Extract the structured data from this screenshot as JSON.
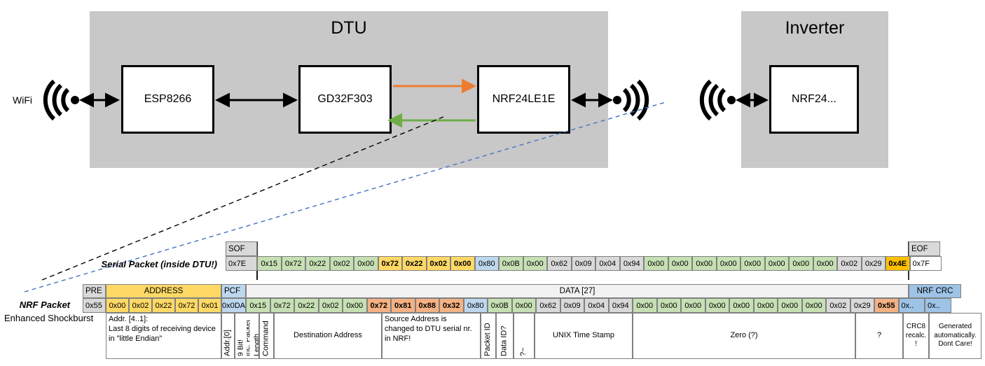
{
  "diagram": {
    "dtu": {
      "title": "DTU",
      "chips": [
        {
          "label": "ESP8266"
        },
        {
          "label": "GD32F303"
        },
        {
          "label": "NRF24LE1E"
        }
      ],
      "wifi_label": "WiFi",
      "antenna_left_icon": "wifi-antenna-icon",
      "antenna_right_icon": "rf-antenna-icon",
      "arrow_orange_color": "#ED7D31",
      "arrow_green_color": "#70AD47"
    },
    "inverter": {
      "title": "Inverter",
      "chips": [
        {
          "label": "NRF24..."
        }
      ],
      "antenna_left_icon": "rf-antenna-icon"
    }
  },
  "labels": {
    "serial_packet": "Serial Packet (inside DTU!)",
    "nrf_packet": "NRF Packet",
    "enhanced_shockburst": "Enhanced Shockburst"
  },
  "serial_packet": {
    "header": {
      "sof": "SOF",
      "eof": "EOF"
    },
    "sof_value": "0x7E",
    "eof_value": "0x7F",
    "bytes": [
      {
        "v": "0x15",
        "fill": "green",
        "bold": false
      },
      {
        "v": "0x72",
        "fill": "green",
        "bold": false
      },
      {
        "v": "0x22",
        "fill": "green",
        "bold": false
      },
      {
        "v": "0x02",
        "fill": "green",
        "bold": false
      },
      {
        "v": "0x00",
        "fill": "green",
        "bold": false
      },
      {
        "v": "0x72",
        "fill": "amber",
        "bold": true
      },
      {
        "v": "0x22",
        "fill": "amber",
        "bold": true
      },
      {
        "v": "0x02",
        "fill": "amber",
        "bold": true
      },
      {
        "v": "0x00",
        "fill": "amber",
        "bold": true
      },
      {
        "v": "0x80",
        "fill": "blue",
        "bold": false
      },
      {
        "v": "0x0B",
        "fill": "green",
        "bold": false
      },
      {
        "v": "0x00",
        "fill": "green",
        "bold": false
      },
      {
        "v": "0x62",
        "fill": "gray",
        "bold": false
      },
      {
        "v": "0x09",
        "fill": "gray",
        "bold": false
      },
      {
        "v": "0x04",
        "fill": "gray",
        "bold": false
      },
      {
        "v": "0x94",
        "fill": "gray",
        "bold": false
      },
      {
        "v": "0x00",
        "fill": "green",
        "bold": false
      },
      {
        "v": "0x00",
        "fill": "green",
        "bold": false
      },
      {
        "v": "0x00",
        "fill": "green",
        "bold": false
      },
      {
        "v": "0x00",
        "fill": "green",
        "bold": false
      },
      {
        "v": "0x00",
        "fill": "green",
        "bold": false
      },
      {
        "v": "0x00",
        "fill": "green",
        "bold": false
      },
      {
        "v": "0x00",
        "fill": "green",
        "bold": false
      },
      {
        "v": "0x00",
        "fill": "green",
        "bold": false
      },
      {
        "v": "0x02",
        "fill": "gray",
        "bold": false
      },
      {
        "v": "0x29",
        "fill": "gray",
        "bold": false
      },
      {
        "v": "0x4E",
        "fill": "yellow",
        "bold": true
      }
    ]
  },
  "nrf_packet": {
    "groups": {
      "pre": "PRE",
      "address": "ADDRESS",
      "pcf": "PCF",
      "data": "DATA [27]",
      "crc": "NRF CRC"
    },
    "pre_value": "0x55",
    "address_values": [
      "0x00",
      "0x02",
      "0x22",
      "0x72",
      "0x01"
    ],
    "pcf_value": "0x0DA",
    "bytes": [
      {
        "v": "0x15",
        "fill": "green",
        "bold": false
      },
      {
        "v": "0x72",
        "fill": "green",
        "bold": false
      },
      {
        "v": "0x22",
        "fill": "green",
        "bold": false
      },
      {
        "v": "0x02",
        "fill": "green",
        "bold": false
      },
      {
        "v": "0x00",
        "fill": "green",
        "bold": false
      },
      {
        "v": "0x72",
        "fill": "salmon",
        "bold": true
      },
      {
        "v": "0x81",
        "fill": "salmon",
        "bold": true
      },
      {
        "v": "0x88",
        "fill": "salmon",
        "bold": true
      },
      {
        "v": "0x32",
        "fill": "salmon",
        "bold": true
      },
      {
        "v": "0x80",
        "fill": "blue",
        "bold": false
      },
      {
        "v": "0x0B",
        "fill": "green",
        "bold": false
      },
      {
        "v": "0x00",
        "fill": "green",
        "bold": false
      },
      {
        "v": "0x62",
        "fill": "gray",
        "bold": false
      },
      {
        "v": "0x09",
        "fill": "gray",
        "bold": false
      },
      {
        "v": "0x04",
        "fill": "gray",
        "bold": false
      },
      {
        "v": "0x94",
        "fill": "gray",
        "bold": false
      },
      {
        "v": "0x00",
        "fill": "green",
        "bold": false
      },
      {
        "v": "0x00",
        "fill": "green",
        "bold": false
      },
      {
        "v": "0x00",
        "fill": "green",
        "bold": false
      },
      {
        "v": "0x00",
        "fill": "green",
        "bold": false
      },
      {
        "v": "0x00",
        "fill": "green",
        "bold": false
      },
      {
        "v": "0x00",
        "fill": "green",
        "bold": false
      },
      {
        "v": "0x00",
        "fill": "green",
        "bold": false
      },
      {
        "v": "0x00",
        "fill": "green",
        "bold": false
      },
      {
        "v": "0x02",
        "fill": "gray",
        "bold": false
      },
      {
        "v": "0x29",
        "fill": "gray",
        "bold": false
      },
      {
        "v": "0x55",
        "fill": "salmon",
        "bold": true
      }
    ],
    "crc_values": [
      "0x..",
      "0x.."
    ]
  },
  "annotations": {
    "address": "Addr. [4..1]:\nLast 8 digits of receiving device in \"little Endian\"",
    "addr0": "Addr.[0]",
    "pcf_line1": "9 Bit!",
    "pcf_line2": "Inc. Packet Length",
    "command": "Command",
    "destination": "Destination Address",
    "source": "Source Address is changed to DTU serial nr. in NRF!",
    "packet_id": "Packet ID",
    "data_id": "Data ID?",
    "tilde1": "?~",
    "unix": "UNIX Time Stamp",
    "zero": "Zero (?)",
    "question": "?",
    "crc8": "CRC8 recalc. !",
    "generated": "Generated automatically. Dont Care!"
  }
}
